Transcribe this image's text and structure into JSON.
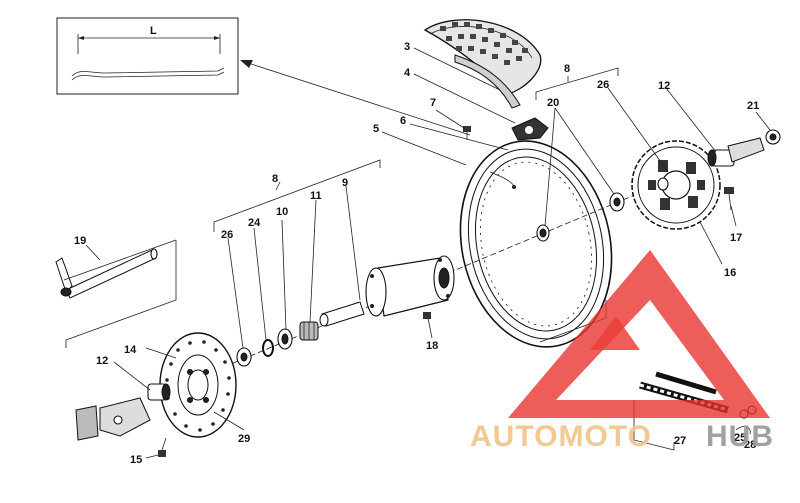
{
  "callouts": {
    "c3": "3",
    "c4": "4",
    "c8a": "8",
    "c26a": "26",
    "c12a": "12",
    "c21": "21",
    "c7": "7",
    "c6": "6",
    "c20": "20",
    "c5": "5",
    "c8b": "8",
    "c9": "9",
    "c24": "24",
    "c10": "10",
    "c11": "11",
    "c26b": "26",
    "c17": "17",
    "c16": "16",
    "c19": "19",
    "c18": "18",
    "c14": "14",
    "c12b": "12",
    "c29": "29",
    "c15": "15",
    "c27": "27",
    "c28": "28",
    "c25": "25"
  },
  "dimension_label": "L",
  "watermark": {
    "word_a": "AUTOMOTO",
    "word_b": "HUB",
    "color_triangle": "#e8302c",
    "color_a": "#f3c58a",
    "color_b": "#9a9a9a"
  }
}
